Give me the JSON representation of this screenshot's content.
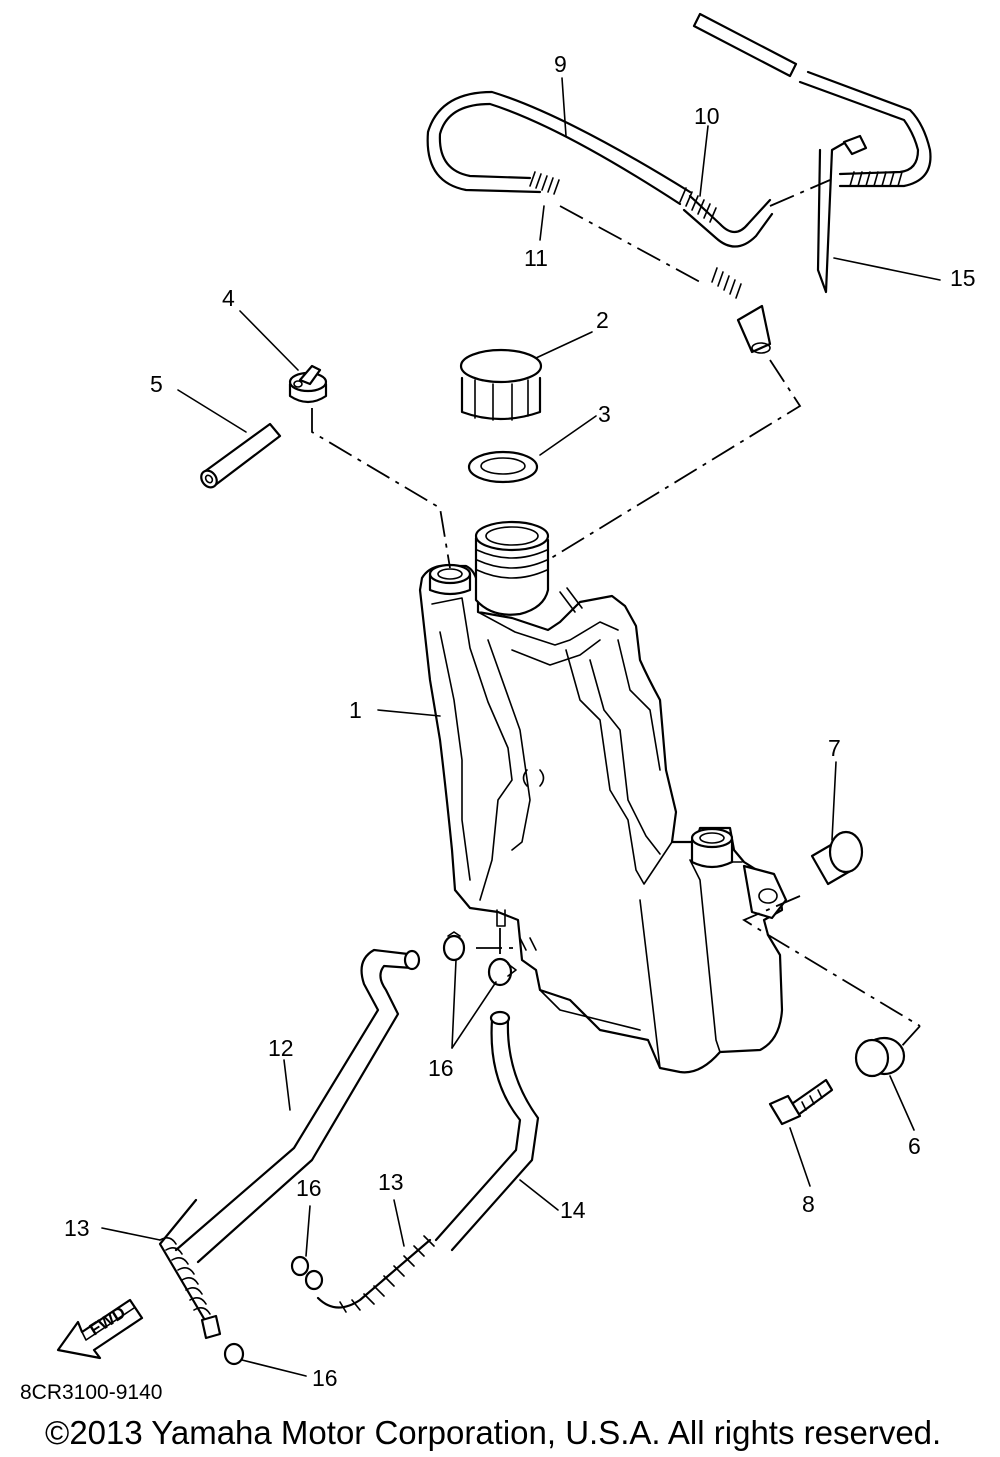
{
  "labels": {
    "p1": "1",
    "p2": "2",
    "p3": "3",
    "p4": "4",
    "p5": "5",
    "p6": "6",
    "p7": "7",
    "p8": "8",
    "p9": "9",
    "p10": "10",
    "p11": "11",
    "p12": "12",
    "p13a": "13",
    "p13b": "13",
    "p14": "14",
    "p15": "15",
    "p16a": "16",
    "p16b": "16",
    "p16c": "16"
  },
  "fwd_label": "FWD",
  "diagram_code": "8CR3100-9140",
  "copyright": "©2013 Yamaha Motor Corporation, U.S.A. All rights reserved."
}
